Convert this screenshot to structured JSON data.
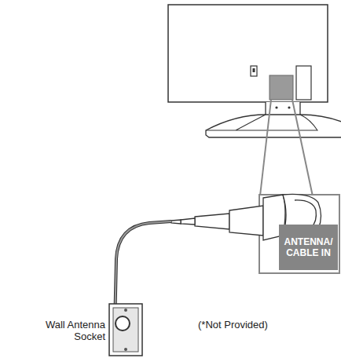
{
  "diagram": {
    "nodes": [
      {
        "text": [
          "ANTENNA/ CABLE IN"
        ]
      },
      {
        "text": [
          "Wall Antenna Socket"
        ]
      }
    ],
    "labels": [
      "(*Not Provided)"
    ]
  }
}
